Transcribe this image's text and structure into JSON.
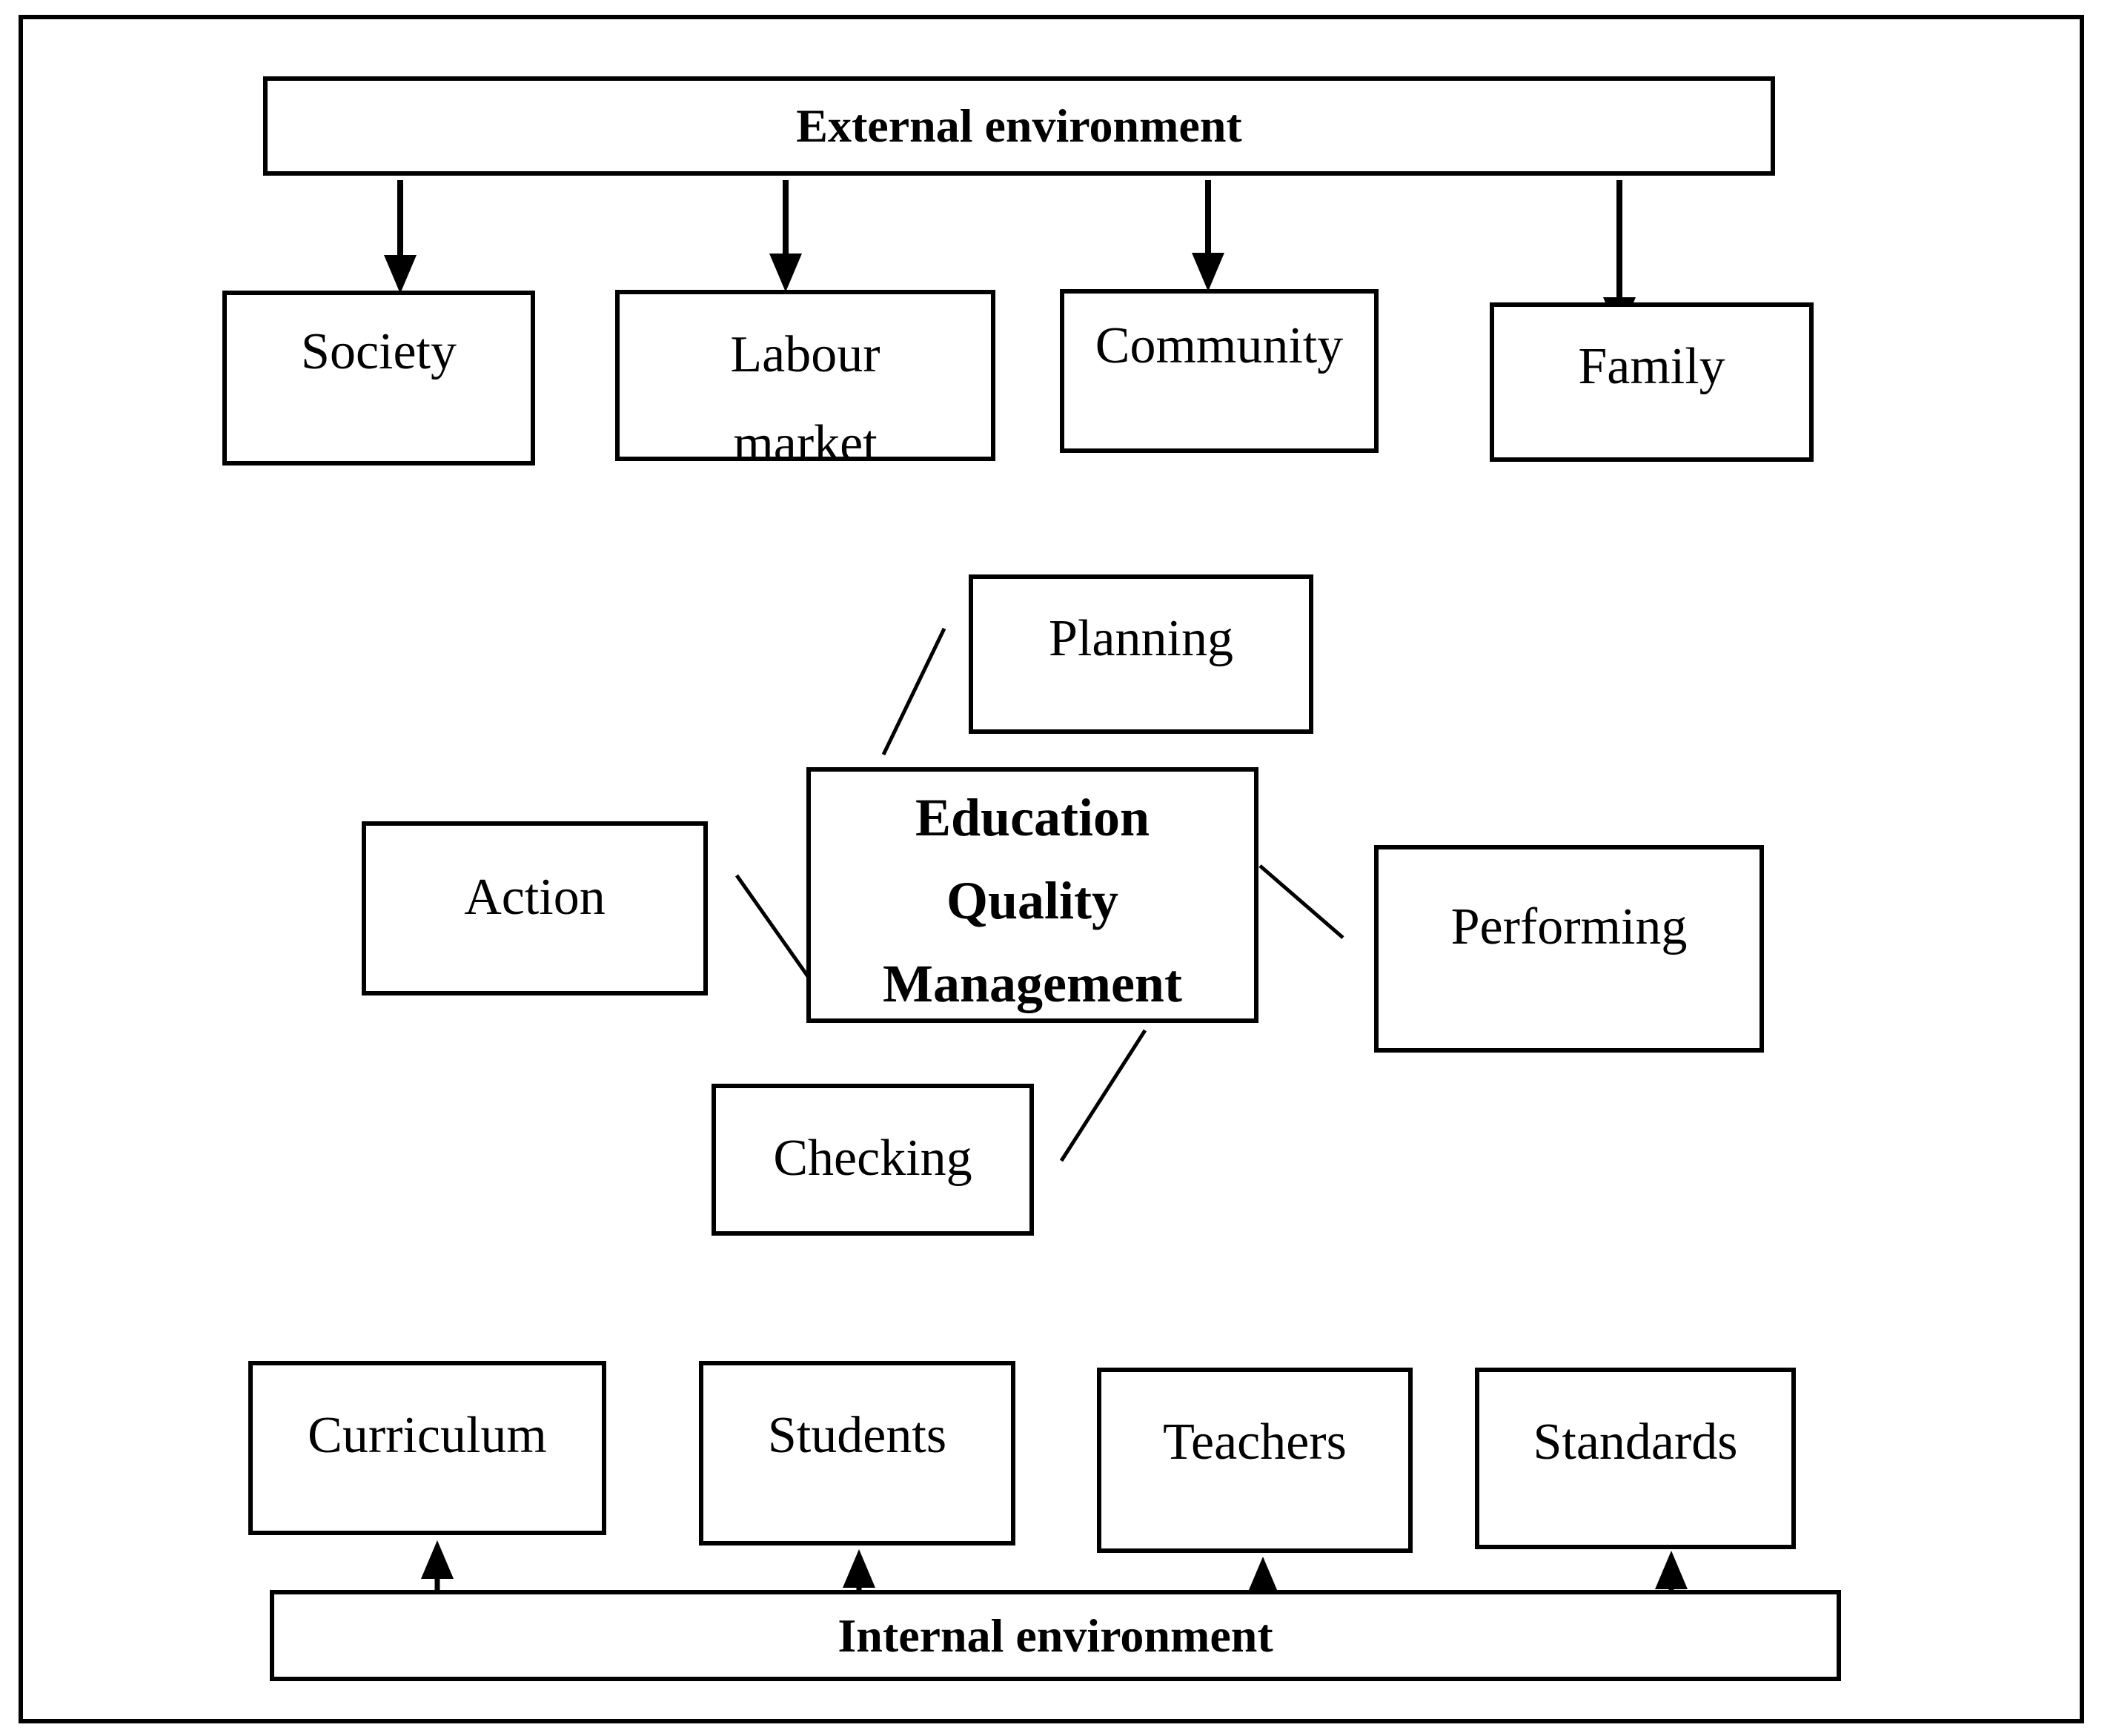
{
  "diagram": {
    "external": {
      "label": "External environment"
    },
    "external_factors": [
      {
        "label": "Society"
      },
      {
        "label": "Labour market"
      },
      {
        "label": "Community"
      },
      {
        "label": "Family"
      }
    ],
    "management_cycle": {
      "center": {
        "label": "Education Quality Management"
      },
      "stages": [
        {
          "label": "Planning"
        },
        {
          "label": "Performing"
        },
        {
          "label": "Checking"
        },
        {
          "label": "Action"
        }
      ]
    },
    "internal": {
      "label": "Internal environment"
    },
    "internal_factors": [
      {
        "label": "Curriculum"
      },
      {
        "label": "Students"
      },
      {
        "label": "Teachers"
      },
      {
        "label": "Standards"
      }
    ],
    "colors": {
      "line": "#000000",
      "background": "#ffffff",
      "text": "#000000"
    }
  }
}
